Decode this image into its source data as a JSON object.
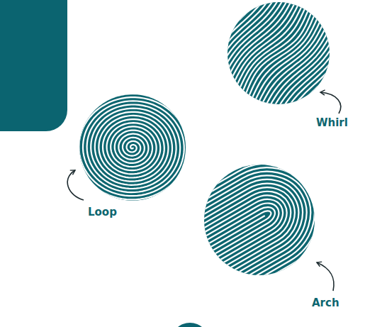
{
  "diagram": {
    "labels": [
      "Whirl",
      "Loop",
      "Arch"
    ]
  }
}
